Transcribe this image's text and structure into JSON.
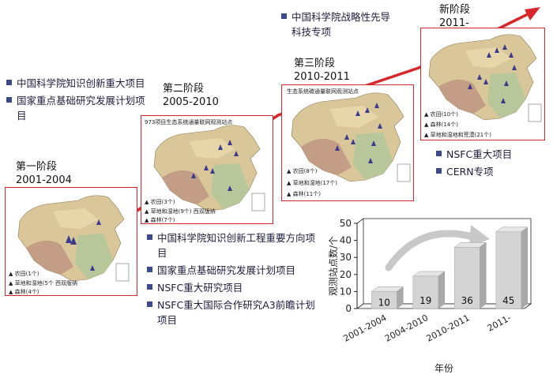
{
  "colors": {
    "accent": "#d8262c",
    "bullet": "#3a4a8c",
    "bar": "#d4d4d4"
  },
  "stages": [
    {
      "name": "第一阶段",
      "years": "2001-2004",
      "map": {
        "caption": "",
        "legend": [
          "农田(1个)",
          "草地和湿地(5个 西双版纳",
          "森林(4个)"
        ]
      },
      "projects": [
        "中国科学院知识创新重大项目",
        "国家重点基础研究发展计划项目"
      ]
    },
    {
      "name": "第二阶段",
      "years": "2005-2010",
      "map": {
        "caption": "973项目生态系统通量联网观测站点",
        "legend": [
          "农田(3个)",
          "草地和湿地(9个) 西双版纳",
          "森林(7个)"
        ]
      },
      "projects": [
        "中国科学院知识创新工程重要方向项目",
        "国家重点基础研究发展计划项目",
        "NSFC重大研究项目",
        "NSFC重大国际合作研究A3前瞻计划项目"
      ]
    },
    {
      "name": "第三阶段",
      "years": "2010-2011",
      "map": {
        "caption": "生态系统碳通量联网观测站点",
        "legend": [
          "农田(8个)",
          "草地和湿地(17个)",
          "森林(11个)"
        ]
      },
      "projects": [
        "中国科学院战略性先导科技专项"
      ]
    },
    {
      "name": "新阶段",
      "years": "2011-",
      "map": {
        "caption": "",
        "legend": [
          "农田(10个)",
          "森林(14个)",
          "草地和湿地和荒漠(21个)"
        ]
      },
      "projects": [
        "NSFC重大项目",
        "CERN专项"
      ]
    }
  ],
  "chart_data": {
    "type": "bar",
    "categories": [
      "2001-2004",
      "2004-2010",
      "2010-2011",
      "2011-"
    ],
    "values": [
      10,
      19,
      36,
      45
    ],
    "ylabel": "观测站点数/个",
    "xlabel": "年份",
    "ylim": [
      0,
      50
    ],
    "yticks": [
      0,
      10,
      20,
      30,
      40,
      50
    ],
    "grid": false,
    "style": "3d"
  }
}
